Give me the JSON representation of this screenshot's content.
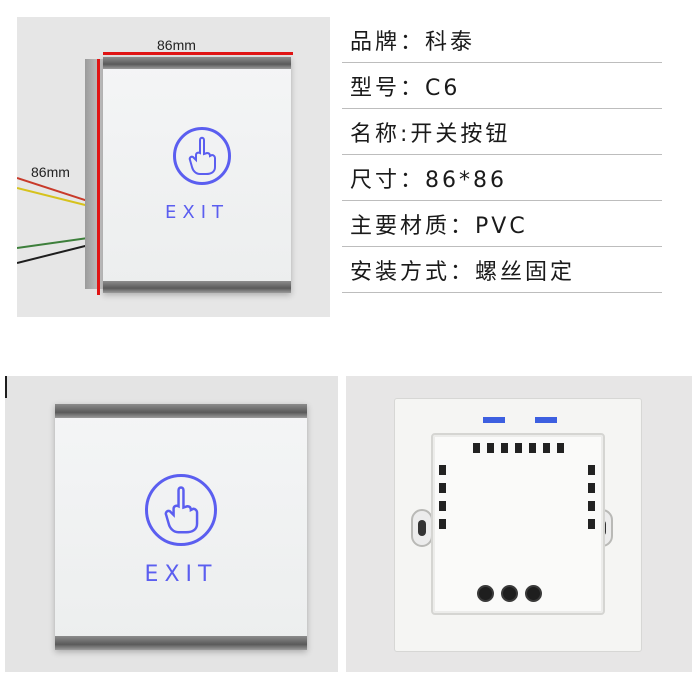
{
  "dimensions": {
    "width_label": "86mm",
    "height_label": "86mm"
  },
  "exit_label": "EXIT",
  "specs": [
    {
      "label": "品牌：科泰"
    },
    {
      "label": "型号：C6"
    },
    {
      "label": "名称:开关按钮"
    },
    {
      "label": "尺寸：86*86"
    },
    {
      "label": "主要材质：PVC"
    },
    {
      "label": "安装方式：螺丝固定"
    }
  ],
  "colors": {
    "dimension_line": "#e01414",
    "exit_glow": "#5b5ef0"
  }
}
